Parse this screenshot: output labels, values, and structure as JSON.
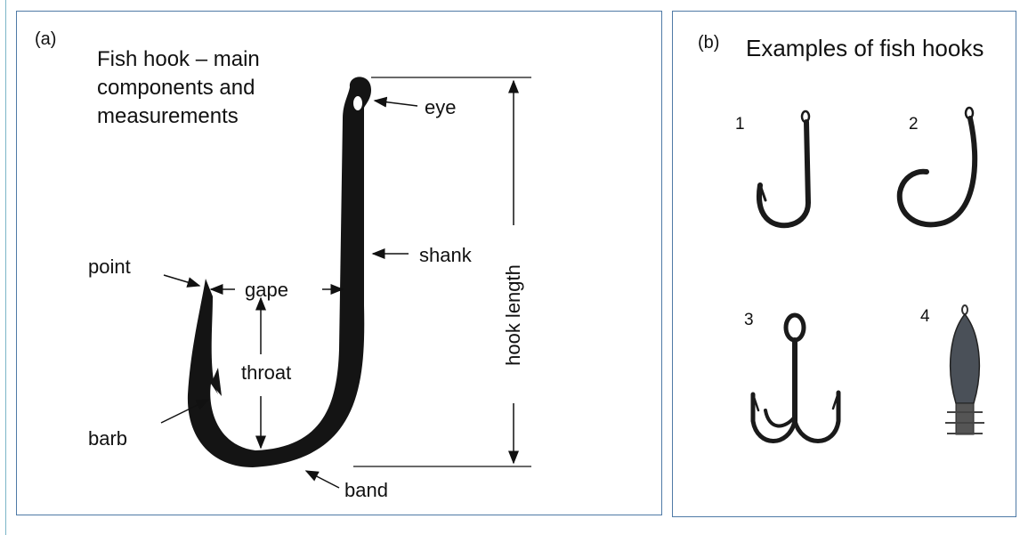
{
  "panel_a": {
    "label": "(a)",
    "title": "Fish hook – main components and measurements",
    "parts": {
      "eye": "eye",
      "shank": "shank",
      "point": "point",
      "gape": "gape",
      "throat": "throat",
      "barb": "barb",
      "band": "band",
      "hook_length": "hook length"
    }
  },
  "panel_b": {
    "label": "(b)",
    "title": "Examples of fish hooks",
    "examples": [
      "1",
      "2",
      "3",
      "4"
    ]
  },
  "colors": {
    "border": "#4f7aa6",
    "hook": "#141414",
    "text": "#111111"
  }
}
